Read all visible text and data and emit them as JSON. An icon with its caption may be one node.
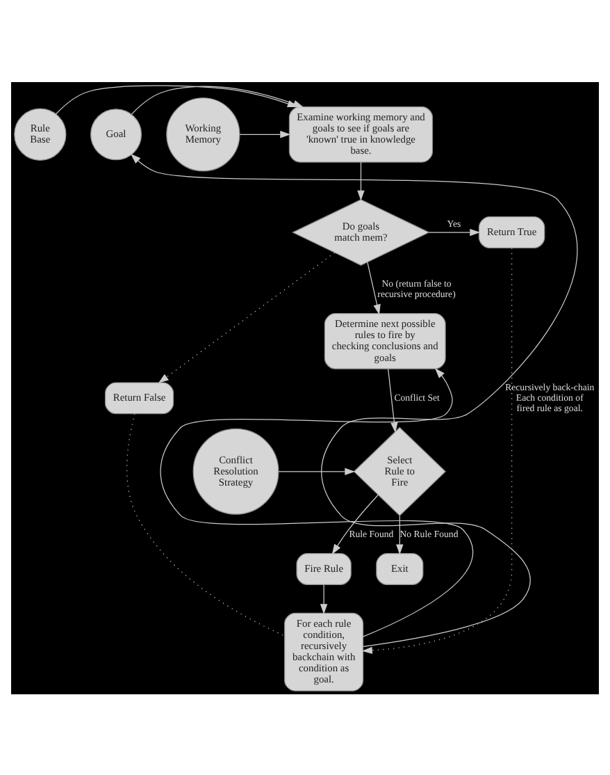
{
  "diagram": {
    "nodes": [
      {
        "text": [
          "Rule Base"
        ]
      },
      {
        "text": [
          "Goal"
        ]
      },
      {
        "text": [
          "Examine working memory and goals to see if goals are 'known' true in knowledge base."
        ]
      },
      {
        "text": [
          "Working Memory"
        ]
      },
      {
        "text": [
          "Do goals match mem?"
        ]
      },
      {
        "text": [
          "Return True"
        ]
      },
      {
        "text": [
          "Return False"
        ]
      },
      {
        "text": [
          "Determine next possible rules to fire by checking conclusions and goals"
        ]
      },
      {
        "text": [
          "For each rule condition, recursively backchain with condition as goal."
        ]
      },
      {
        "text": [
          "Select Rule to Fire"
        ]
      },
      {
        "text": [
          "Conflict Resolution Strategy"
        ]
      },
      {
        "text": [
          "Fire Rule"
        ]
      },
      {
        "text": [
          "Exit"
        ]
      }
    ],
    "edges": [
      {
        "from": 0,
        "to": 2,
        "arrow": "to"
      },
      {
        "from": 1,
        "to": 2,
        "arrow": "to"
      },
      {
        "from": 3,
        "to": 2,
        "arrow": "to"
      },
      {
        "from": 2,
        "to": 4,
        "arrow": "to"
      },
      {
        "from": 4,
        "to": 5,
        "arrow": "to",
        "label": "Yes"
      },
      {
        "from": 4,
        "to": 7,
        "arrow": "to",
        "label": "No (return false to recursive procedure)"
      },
      {
        "from": 4,
        "to": 6,
        "arrow": "to",
        "style": "dashed"
      },
      {
        "from": 5,
        "to": 8,
        "arrow": "to",
        "style": "dashed"
      },
      {
        "from": 6,
        "to": 8,
        "arrow": "none",
        "style": "dashed"
      },
      {
        "from": 8,
        "to": 1,
        "arrow": "to",
        "label": "Recursively back-chain Each condition of fired rule as goal."
      },
      {
        "from": 7,
        "to": 9,
        "arrow": "to",
        "label": "Conflict Set"
      },
      {
        "from": 10,
        "to": 9,
        "arrow": "to"
      },
      {
        "from": 9,
        "to": 11,
        "arrow": "to",
        "label": "Rule Found"
      },
      {
        "from": 11,
        "to": 8,
        "arrow": "to"
      },
      {
        "from": 9,
        "to": 12,
        "arrow": "to",
        "label": "No Rule Found"
      },
      {
        "from": 8,
        "to": 7,
        "arrow": "to"
      }
    ]
  }
}
